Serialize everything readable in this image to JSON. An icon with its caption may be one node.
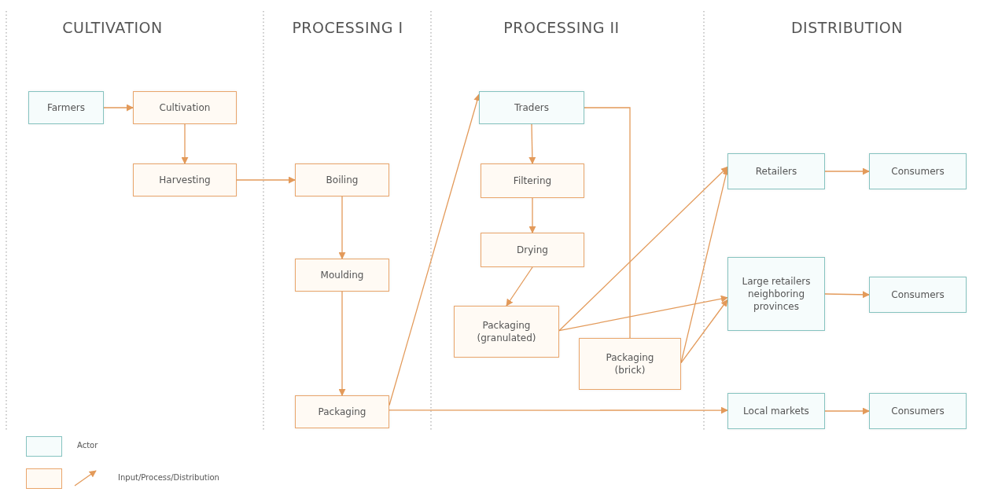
{
  "diagram": {
    "nodes": [
      {
        "text": [
          "Farmers"
        ]
      },
      {
        "text": [
          "Cultivation"
        ]
      },
      {
        "text": [
          "Harvesting"
        ]
      },
      {
        "text": [
          "Boiling"
        ]
      },
      {
        "text": [
          "Moulding"
        ]
      },
      {
        "text": [
          "Packaging"
        ]
      },
      {
        "text": [
          "Traders"
        ]
      },
      {
        "text": [
          "Filtering"
        ]
      },
      {
        "text": [
          "Drying"
        ]
      },
      {
        "text": [
          "Packaging (granulated)"
        ]
      },
      {
        "text": [
          "Packaging (brick)"
        ]
      },
      {
        "text": [
          "Retailers"
        ]
      },
      {
        "text": [
          "Large retailers neighboring provinces"
        ]
      },
      {
        "text": [
          "Local markets"
        ]
      },
      {
        "text": [
          "Consumers"
        ]
      },
      {
        "text": [
          "Consumers"
        ]
      },
      {
        "text": [
          "Consumers"
        ]
      }
    ],
    "edges": [
      {
        "from": 0,
        "to": 1,
        "arrow": "to"
      },
      {
        "from": 1,
        "to": 2,
        "arrow": "to"
      },
      {
        "from": 2,
        "to": 3,
        "arrow": "to"
      },
      {
        "from": 3,
        "to": 4,
        "arrow": "to"
      },
      {
        "from": 4,
        "to": 5,
        "arrow": "to"
      },
      {
        "from": 5,
        "to": 6,
        "arrow": "to"
      },
      {
        "from": 5,
        "to": 13,
        "arrow": "to"
      },
      {
        "from": 6,
        "to": 7,
        "arrow": "to"
      },
      {
        "from": 7,
        "to": 8,
        "arrow": "to"
      },
      {
        "from": 8,
        "to": 9,
        "arrow": "to"
      },
      {
        "from": 6,
        "to": 10,
        "arrow": "none"
      },
      {
        "from": 9,
        "to": 11,
        "arrow": "to"
      },
      {
        "from": 9,
        "to": 12,
        "arrow": "to"
      },
      {
        "from": 10,
        "to": 11,
        "arrow": "to"
      },
      {
        "from": 10,
        "to": 12,
        "arrow": "to"
      },
      {
        "from": 11,
        "to": 14,
        "arrow": "to"
      },
      {
        "from": 12,
        "to": 15,
        "arrow": "to"
      },
      {
        "from": 13,
        "to": 16,
        "arrow": "to"
      }
    ],
    "labels": [
      "CULTIVATION",
      "PROCESSING I",
      "PROCESSING II",
      "DISTRIBUTION"
    ],
    "legend": [
      {
        "text": "Actor"
      },
      {
        "text": "Input/Process/Distribution"
      }
    ]
  }
}
